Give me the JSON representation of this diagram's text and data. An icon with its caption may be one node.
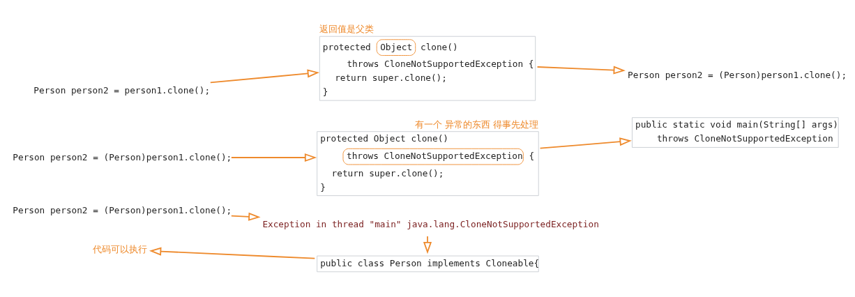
{
  "diagram": {
    "nodes": [
      {
        "text": [
          "Person person2 = person1.clone();"
        ]
      },
      {
        "text": [
          "protected",
          "Object",
          "clone()",
          "throws CloneNotSupportedException {",
          "return super.clone();",
          "}"
        ],
        "beside": [
          "返回值是父类"
        ]
      },
      {
        "text": [
          "Person person2 = (Person)person1.clone();"
        ]
      },
      {
        "text": [
          "Person person2 = (Person)person1.clone();"
        ]
      },
      {
        "text": [
          "protected Object clone()",
          "throws CloneNotSupportedException",
          "{",
          "return super.clone();",
          "}"
        ],
        "beside": [
          "有一个 异常的东西 得事先处理"
        ]
      },
      {
        "text": [
          "public static void main(String[] args)",
          "throws CloneNotSupportedException"
        ]
      },
      {
        "text": [
          "Person person2 = (Person)person1.clone();"
        ]
      },
      {
        "text": [
          "Exception in thread \"main\" java.lang.CloneNotSupportedException"
        ]
      },
      {
        "text": [
          "代码可以执行"
        ]
      },
      {
        "text": [
          "public class Person implements Cloneable{"
        ]
      }
    ],
    "edges": [
      {
        "from": 0,
        "to": 1,
        "arrow": "to"
      },
      {
        "from": 1,
        "to": 2,
        "arrow": "to"
      },
      {
        "from": 3,
        "to": 4,
        "arrow": "to"
      },
      {
        "from": 4,
        "to": 5,
        "arrow": "to"
      },
      {
        "from": 6,
        "to": 7,
        "arrow": "to"
      },
      {
        "from": 7,
        "to": 9,
        "arrow": "to"
      },
      {
        "from": 9,
        "to": 8,
        "arrow": "to"
      }
    ]
  }
}
